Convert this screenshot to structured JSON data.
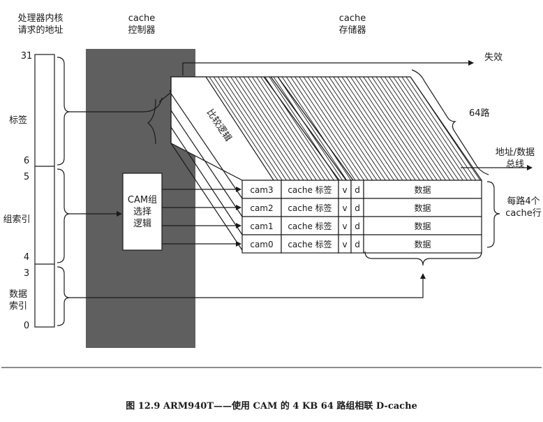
{
  "headers": {
    "core_line1": "处理器内核",
    "core_line2": "请求的地址",
    "controller_line1": "cache",
    "controller_line2": "控制器",
    "memory_line1": "cache",
    "memory_line2": "存储器"
  },
  "address": {
    "bit_31": "31",
    "bit_6": "6",
    "bit_5": "5",
    "bit_4": "4",
    "bit_3": "3",
    "bit_0": "0",
    "tag_label": "标签",
    "set_index_label": "组索引",
    "data_index_line1": "数据",
    "data_index_line2": "索引"
  },
  "cam_select": {
    "line1": "CAM组",
    "line2": "选择",
    "line3": "逻辑"
  },
  "compare_logic": "比较逻辑",
  "ways": "64路",
  "miss": "失效",
  "bus_line1": "地址/数据",
  "bus_line2": "总线",
  "lines_per_way_line1": "每路4个",
  "lines_per_way_line2": "cache行",
  "rows": [
    {
      "cam": "cam3",
      "tag": "cache 标签",
      "v": "v",
      "d": "d",
      "data": "数据"
    },
    {
      "cam": "cam2",
      "tag": "cache 标签",
      "v": "v",
      "d": "d",
      "data": "数据"
    },
    {
      "cam": "cam1",
      "tag": "cache 标签",
      "v": "v",
      "d": "d",
      "data": "数据"
    },
    {
      "cam": "cam0",
      "tag": "cache 标签",
      "v": "v",
      "d": "d",
      "data": "数据"
    }
  ],
  "caption": "图 12.9   ARM940T——使用 CAM 的 4 KB 64 路组相联 D-cache",
  "colors": {
    "controller_fill": "#5f5f5f",
    "ink": "#1a1a1a"
  }
}
